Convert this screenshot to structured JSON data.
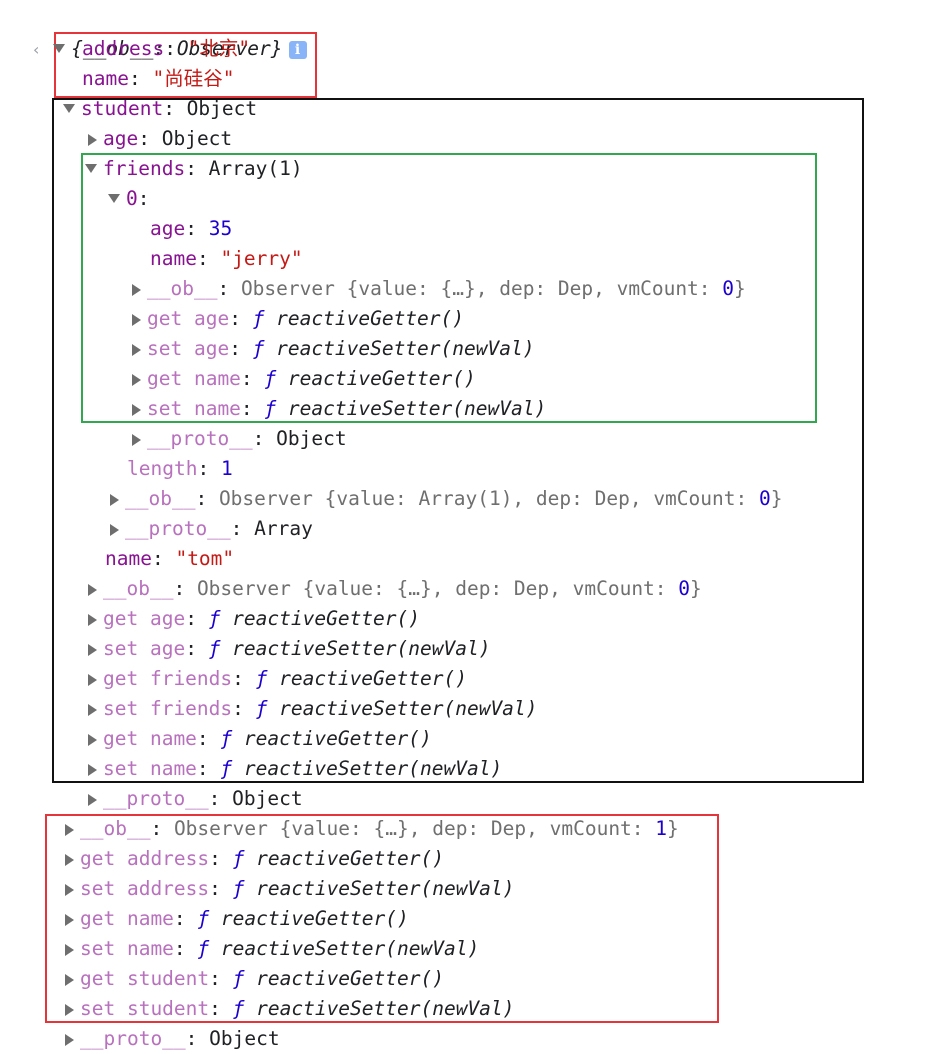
{
  "header": {
    "back_glyph": "‹",
    "brace_open": "{",
    "ob_key": "__ob__",
    "colon": ":",
    "ob_class": "Observer",
    "brace_close": "}",
    "info_icon": "i"
  },
  "root": {
    "address_key": "address",
    "address_value": "\"北京\"",
    "name_key": "name",
    "name_value": "\"尚硅谷\"",
    "student_key": "student",
    "student_type": "Object"
  },
  "student": {
    "age_key": "age",
    "age_type": "Object",
    "friends_key": "friends",
    "friends_type": "Array(1)",
    "item0_key": "0",
    "item0": {
      "age_key": "age",
      "age_value": "35",
      "name_key": "name",
      "name_value": "\"jerry\"",
      "ob_key": "__ob__",
      "ob_summary_a": "Observer {value: {…}, dep: Dep, vmCount: ",
      "ob_count": "0",
      "ob_summary_b": "}",
      "get_age": "get age",
      "set_age": "set age",
      "get_name": "get name",
      "set_name": "set name",
      "proto_key": "__proto__",
      "proto_type": "Object"
    },
    "length_key": "length",
    "length_value": "1",
    "arr_ob_key": "__ob__",
    "arr_ob_summary_a": "Observer {value: Array(1), dep: Dep, vmCount: ",
    "arr_ob_count": "0",
    "arr_ob_summary_b": "}",
    "arr_proto_key": "__proto__",
    "arr_proto_type": "Array",
    "name_key": "name",
    "name_value": "\"tom\"",
    "ob_key": "__ob__",
    "ob_summary_a": "Observer {value: {…}, dep: Dep, vmCount: ",
    "ob_count": "0",
    "ob_summary_b": "}",
    "get_age": "get age",
    "set_age": "set age",
    "get_friends": "get friends",
    "set_friends": "set friends",
    "get_name": "get name",
    "set_name": "set name",
    "proto_key": "__proto__",
    "proto_type": "Object"
  },
  "root_tail": {
    "ob_key": "__ob__",
    "ob_summary_a": "Observer {value: {…}, dep: Dep, vmCount: ",
    "ob_count": "1",
    "ob_summary_b": "}",
    "get_address": "get address",
    "set_address": "set address",
    "get_name": "get name",
    "set_name": "set name",
    "get_student": "get student",
    "set_student": "set student",
    "proto_key": "__proto__",
    "proto_type": "Object"
  },
  "fn": {
    "glyph": "ƒ",
    "getter": "reactiveGetter()",
    "setter": "reactiveSetter(newVal)"
  },
  "colors": {
    "red_box": "#e5343a",
    "black_box": "#111111",
    "green_box": "#31a84f",
    "key": "#881391",
    "string": "#c41a16",
    "number": "#1c00cf"
  }
}
